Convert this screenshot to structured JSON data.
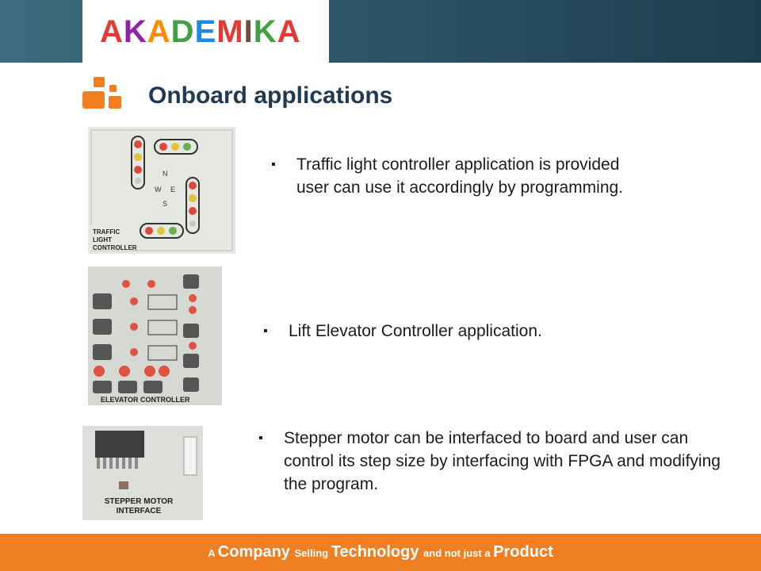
{
  "brand": {
    "name": "AKADEMIKA",
    "letters": [
      "A",
      "K",
      "A",
      "D",
      "E",
      "M",
      "I",
      "K",
      "A"
    ],
    "colors": {
      "topbar": "#2d5668",
      "footer": "#f07f22",
      "title": "#1f3a52",
      "icon": "#f07f22"
    }
  },
  "slide": {
    "title": "Onboard applications",
    "items": [
      {
        "bullet": "▪",
        "text": "Traffic light controller application is provided user can use it accordingly by programming.",
        "image_label": "TRAFFIC LIGHT CONTROLLER"
      },
      {
        "bullet": "▪",
        "text": "Lift Elevator Controller application.",
        "image_label": "ELEVATOR CONTROLLER"
      },
      {
        "bullet": "▪",
        "text": "Stepper motor can be interfaced to board and user can control its step size by interfacing with FPGA and modifying the program.",
        "image_label": "STEPPER MOTOR INTERFACE"
      }
    ]
  },
  "footer": {
    "parts": [
      {
        "t": "A ",
        "size": "small"
      },
      {
        "t": "C",
        "size": "large"
      },
      {
        "t": "ompany ",
        "size": "large"
      },
      {
        "t": "S",
        "size": "small"
      },
      {
        "t": "elling ",
        "size": "small"
      },
      {
        "t": "T",
        "size": "large"
      },
      {
        "t": "echnology ",
        "size": "large"
      },
      {
        "t": "and not ",
        "size": "small"
      },
      {
        "t": "just ",
        "size": "small"
      },
      {
        "t": "a ",
        "size": "small"
      },
      {
        "t": "P",
        "size": "large"
      },
      {
        "t": "roduct",
        "size": "large"
      }
    ]
  }
}
